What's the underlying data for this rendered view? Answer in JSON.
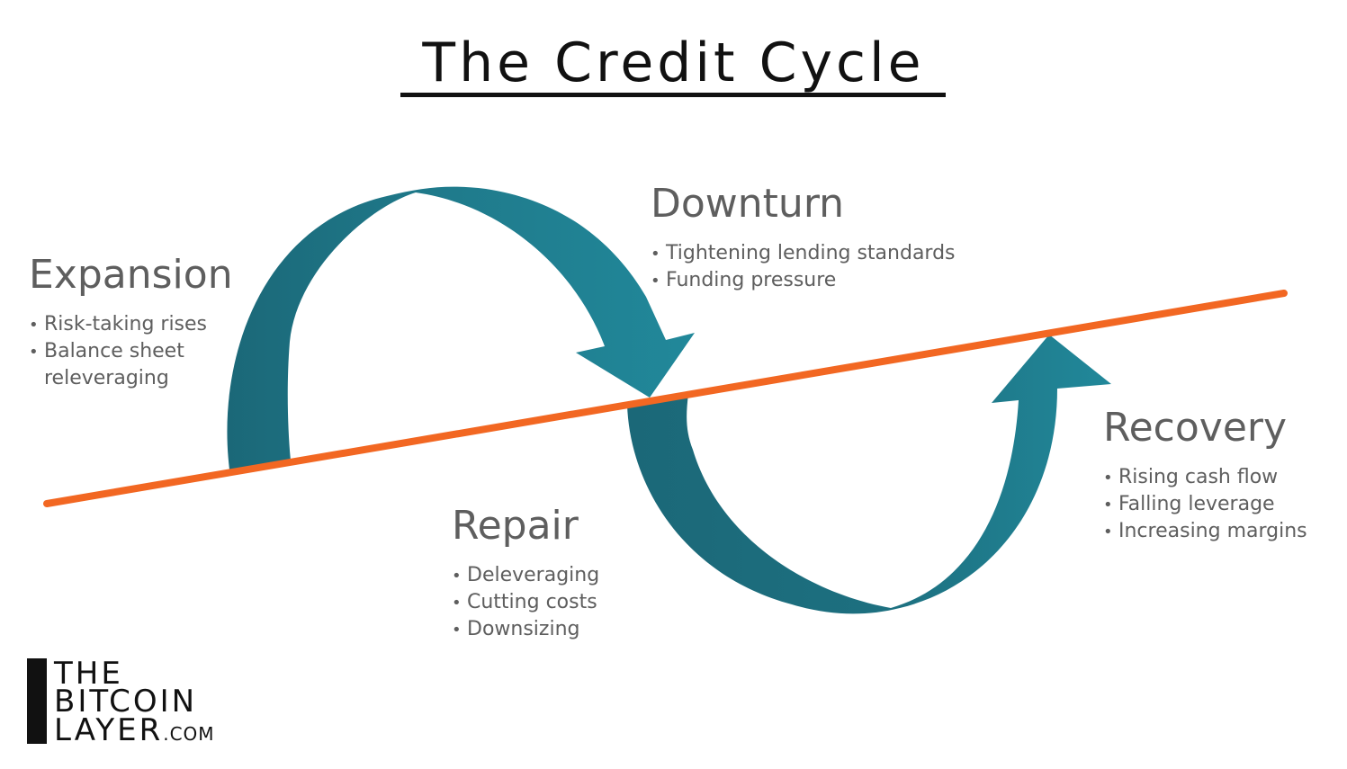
{
  "title": "The Credit Cycle",
  "colors": {
    "arrow_dark": "#1b6878",
    "arrow_light": "#21889a",
    "trend_line": "#f26722",
    "text_heading": "#5e5e5e",
    "title": "#111111"
  },
  "phases": {
    "expansion": {
      "heading": "Expansion",
      "bullets": [
        "Risk-taking rises",
        "Balance sheet releveraging"
      ]
    },
    "downturn": {
      "heading": "Downturn",
      "bullets": [
        "Tightening lending standards",
        "Funding pressure"
      ]
    },
    "repair": {
      "heading": "Repair",
      "bullets": [
        "Deleveraging",
        "Cutting costs",
        "Downsizing"
      ]
    },
    "recovery": {
      "heading": "Recovery",
      "bullets": [
        "Rising cash flow",
        "Falling leverage",
        "Increasing margins"
      ]
    }
  },
  "logo": {
    "line1": "THE",
    "line2": "BITCOIN",
    "line3": "LAYER",
    "line3_suffix": ".COM"
  }
}
